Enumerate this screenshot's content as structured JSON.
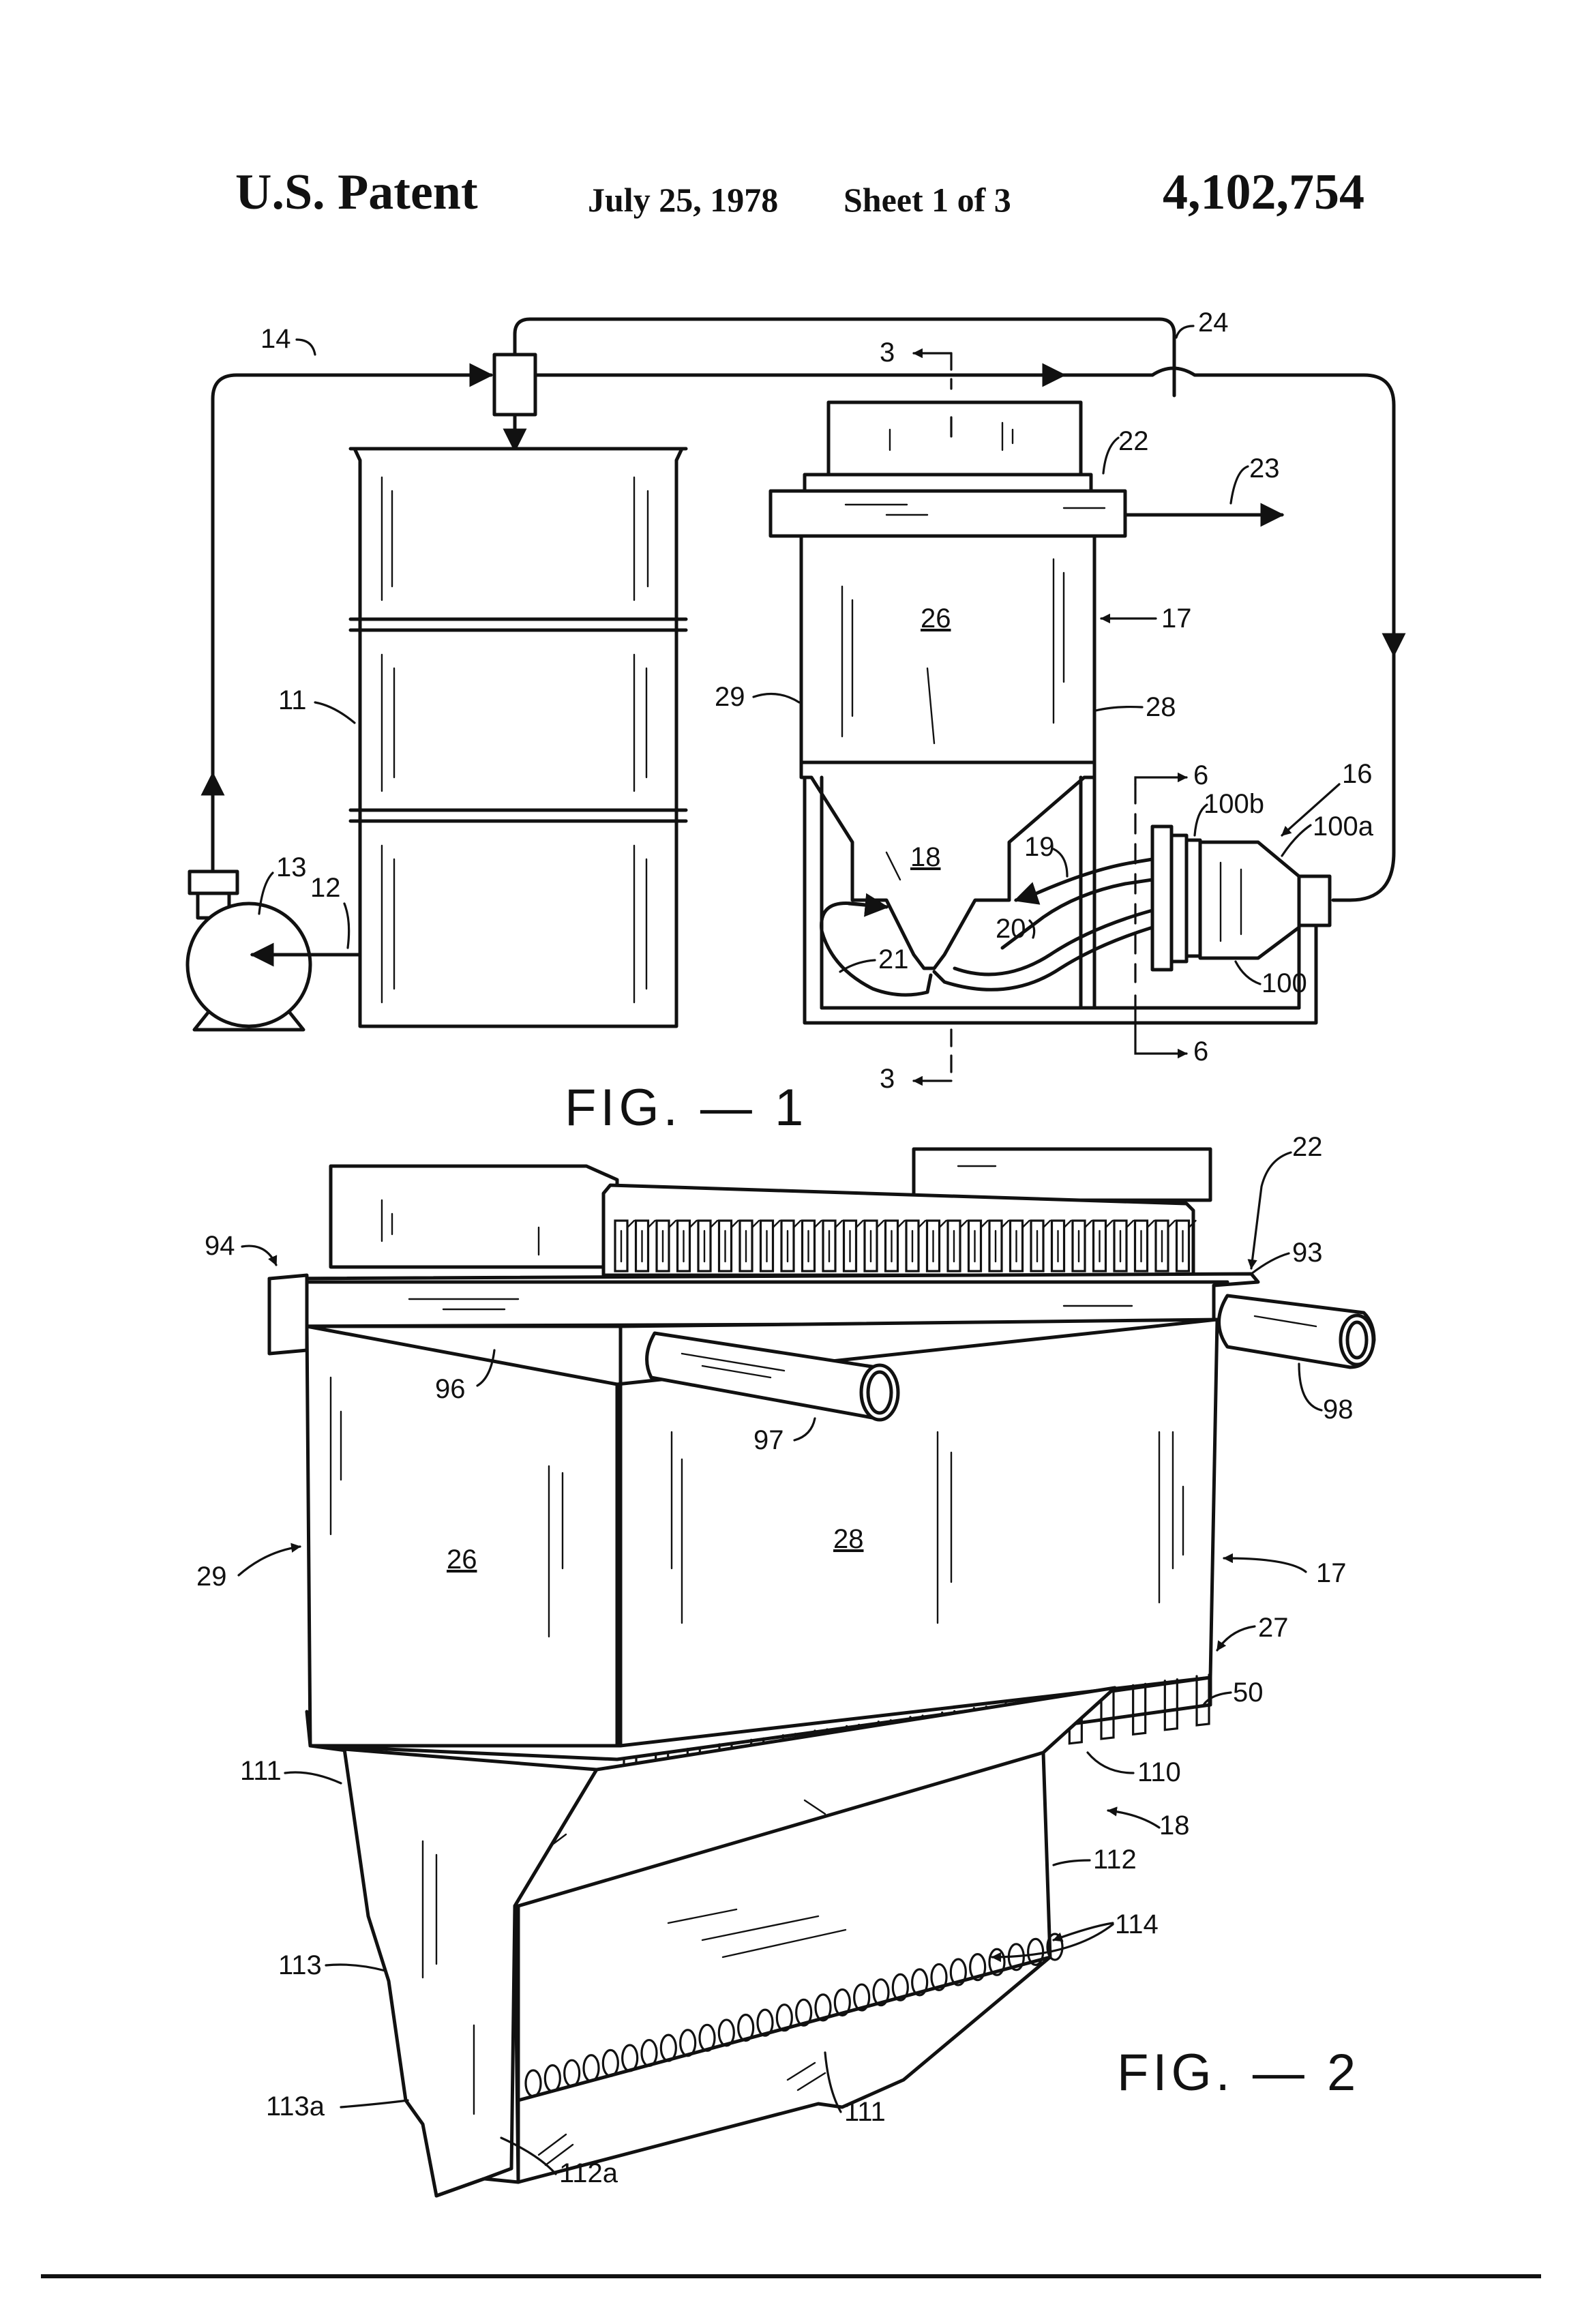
{
  "header": {
    "left": "U.S. Patent",
    "date": "July 25, 1978",
    "sheet": "Sheet 1 of 3",
    "patent_number": "4,102,754"
  },
  "fig1": {
    "title": "FIG. — 1",
    "labels": {
      "l14": "14",
      "l24": "24",
      "l3a": "3",
      "l3b": "3",
      "l22": "22",
      "l23": "23",
      "l26": "26",
      "l17": "17",
      "l29": "29",
      "l28": "28",
      "l11": "11",
      "l6a": "6",
      "l6b": "6",
      "l16": "16",
      "l100b": "100b",
      "l100a": "100a",
      "l13": "13",
      "l12": "12",
      "l18": "18",
      "l19": "19",
      "l20": "20",
      "l21": "21",
      "l100": "100"
    }
  },
  "fig2": {
    "title": "FIG. — 2",
    "labels": {
      "l22": "22",
      "l94": "94",
      "l93": "93",
      "l96": "96",
      "l97": "97",
      "l98": "98",
      "l29": "29",
      "l26": "26",
      "l28": "28",
      "l17": "17",
      "l27": "27",
      "l50": "50",
      "l111a": "111",
      "l110": "110",
      "l18": "18",
      "l112": "112",
      "l114": "114",
      "l113": "113",
      "l113a": "113a",
      "l111b": "111",
      "l112a": "112a"
    }
  }
}
